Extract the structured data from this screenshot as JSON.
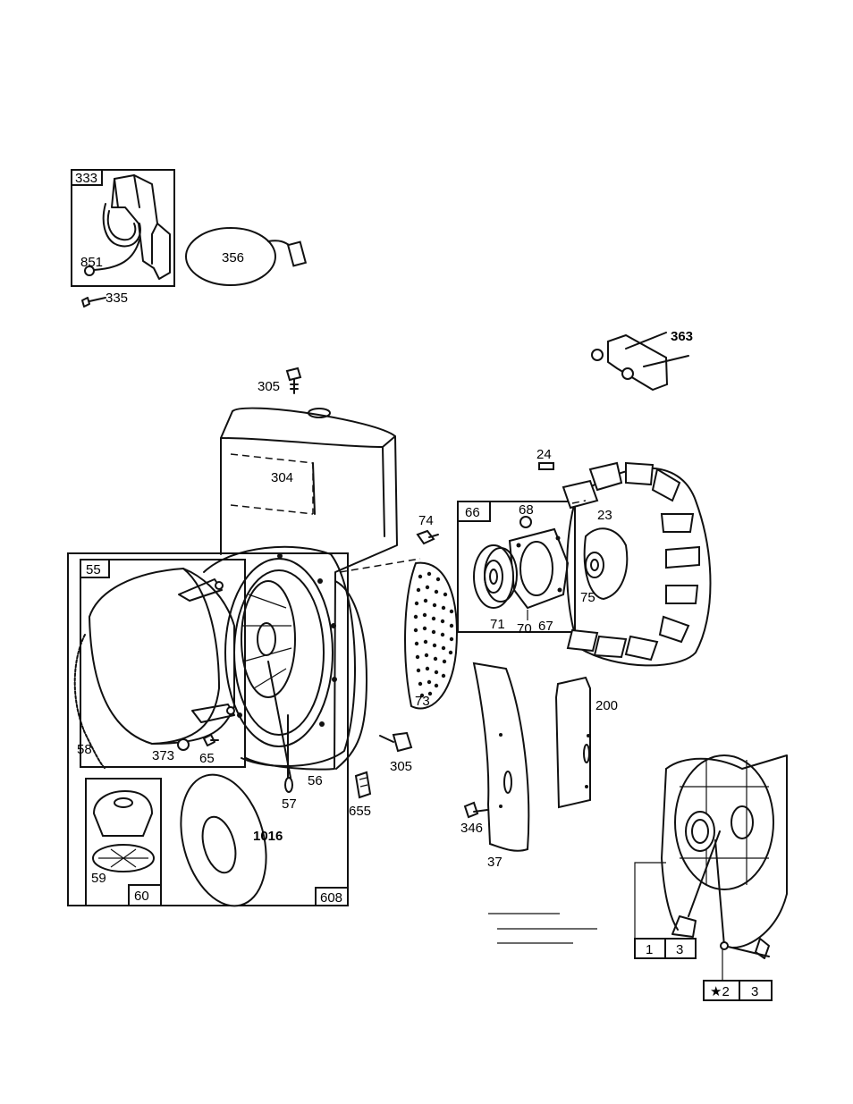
{
  "labels": {
    "p333": "333",
    "p851": "851",
    "p335": "335",
    "p356": "356",
    "p363": "363",
    "p305a": "305",
    "p304": "304",
    "p24": "24",
    "p23": "23",
    "p74": "74",
    "p66": "66",
    "p68": "68",
    "p75": "75",
    "p71": "71",
    "p70": "70",
    "p67": "67",
    "p55": "55",
    "p73": "73",
    "p200": "200",
    "p58": "58",
    "p373": "373",
    "p65": "65",
    "p56": "56",
    "p57": "57",
    "p305b": "305",
    "p655": "655",
    "p346": "346",
    "p37": "37",
    "p1016": "1016",
    "p59": "59",
    "p60": "60",
    "p608": "608",
    "k1": "1",
    "k3a": "3",
    "k2": "★2",
    "k3b": "3"
  }
}
